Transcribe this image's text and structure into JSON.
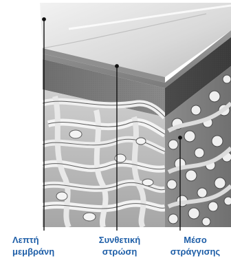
{
  "labels": {
    "membrane": {
      "line1": "Λεπτή",
      "line2": "μεμβράνη"
    },
    "composite": {
      "line1": "Συνθετική",
      "line2": "στρώση"
    },
    "media": {
      "line1": "Μέσο",
      "line2": "στράγγισης"
    }
  },
  "colors": {
    "label_text": "#1f5fa8",
    "leader_line": "#111111"
  }
}
